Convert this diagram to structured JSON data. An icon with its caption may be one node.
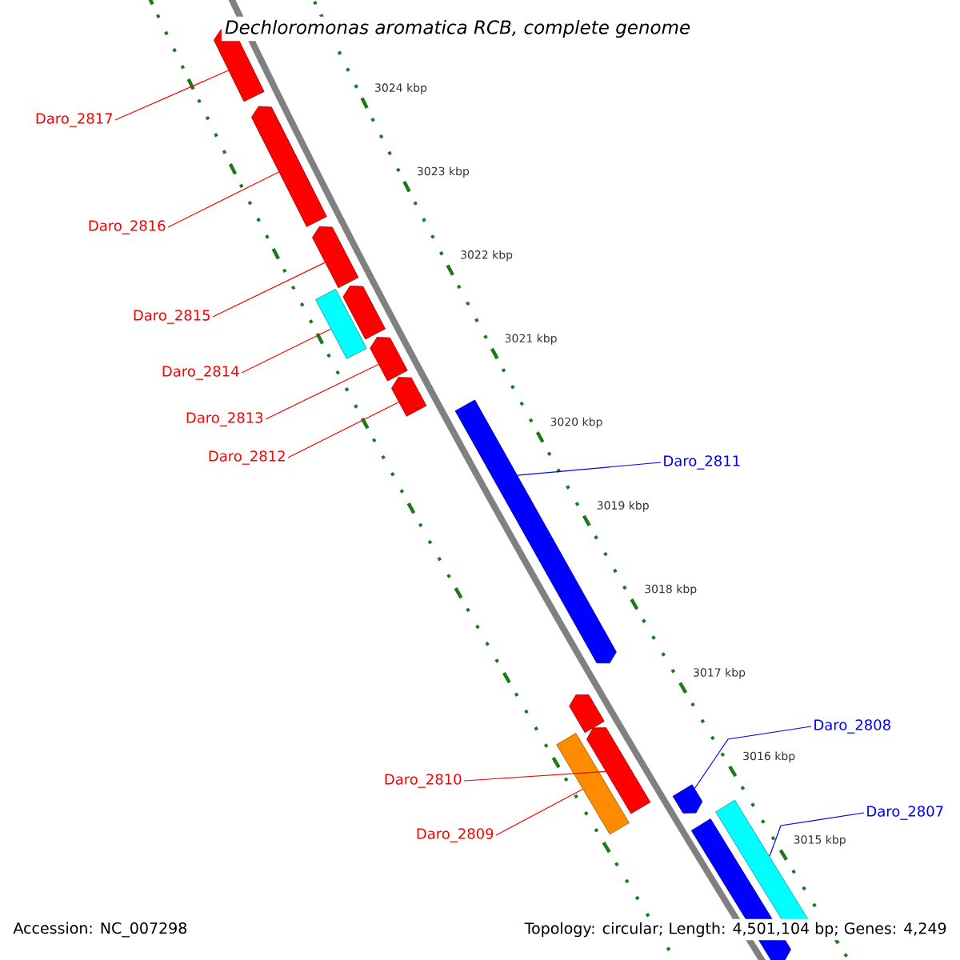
{
  "diagram": {
    "title": "Dechloromonas aromatica RCB, complete genome",
    "nodes": [
      {
        "text": [
          "Daro_2817"
        ]
      },
      {
        "text": [
          "Daro_2816"
        ]
      },
      {
        "text": [
          "Daro_2815"
        ]
      },
      {
        "text": [
          "Daro_2814"
        ]
      },
      {
        "text": [
          "Daro_2813"
        ]
      },
      {
        "text": [
          "Daro_2812"
        ]
      },
      {
        "text": [
          "Daro_2811"
        ]
      },
      {
        "text": [
          "Daro_2810"
        ]
      },
      {
        "text": [
          "Daro_2809"
        ]
      },
      {
        "text": [
          "Daro_2808"
        ]
      },
      {
        "text": [
          "Daro_2807"
        ]
      },
      {
        "text": [],
        "shape": "pentagon"
      },
      {
        "text": [],
        "shape": "pentagon"
      },
      {
        "text": [],
        "shape": "pentagon"
      },
      {
        "text": [],
        "shape": "bar"
      },
      {
        "text": [],
        "shape": "pentagon"
      },
      {
        "text": [],
        "shape": "pentagon"
      },
      {
        "text": [],
        "shape": "pentagon"
      },
      {
        "text": [],
        "shape": "pentagon"
      },
      {
        "text": [],
        "shape": "pentagon"
      },
      {
        "text": [],
        "shape": "pentagon"
      },
      {
        "text": [],
        "shape": "bar"
      },
      {
        "text": [],
        "shape": "pentagon"
      },
      {
        "text": [],
        "shape": "pentagon"
      },
      {
        "text": [],
        "shape": "bar"
      }
    ],
    "edges": [
      {
        "from": 0,
        "to": 11,
        "arrow": "none"
      },
      {
        "from": 1,
        "to": 12,
        "arrow": "none"
      },
      {
        "from": 2,
        "to": 13,
        "arrow": "none"
      },
      {
        "from": 3,
        "to": 14,
        "arrow": "none"
      },
      {
        "from": 4,
        "to": 16,
        "arrow": "none"
      },
      {
        "from": 5,
        "to": 17,
        "arrow": "none"
      },
      {
        "from": 6,
        "to": 18,
        "arrow": "none",
        "color": "#0000ff"
      },
      {
        "from": 7,
        "to": 20,
        "arrow": "none"
      },
      {
        "from": 8,
        "to": 21,
        "arrow": "none"
      },
      {
        "from": 9,
        "to": 22,
        "arrow": "none",
        "color": "#0000ff"
      },
      {
        "from": 10,
        "to": 24,
        "arrow": "none",
        "color": "#0000ff"
      }
    ],
    "labels": [
      "3024 kbp",
      "3023 kbp",
      "3022 kbp",
      "3021 kbp",
      "3020 kbp",
      "3019 kbp",
      "3018 kbp",
      "3017 kbp",
      "3016 kbp",
      "3015 kbp",
      "Accession: NC_007298",
      "Topology: circular; Length: 4,501,104 bp; Genes: 4,249"
    ]
  }
}
